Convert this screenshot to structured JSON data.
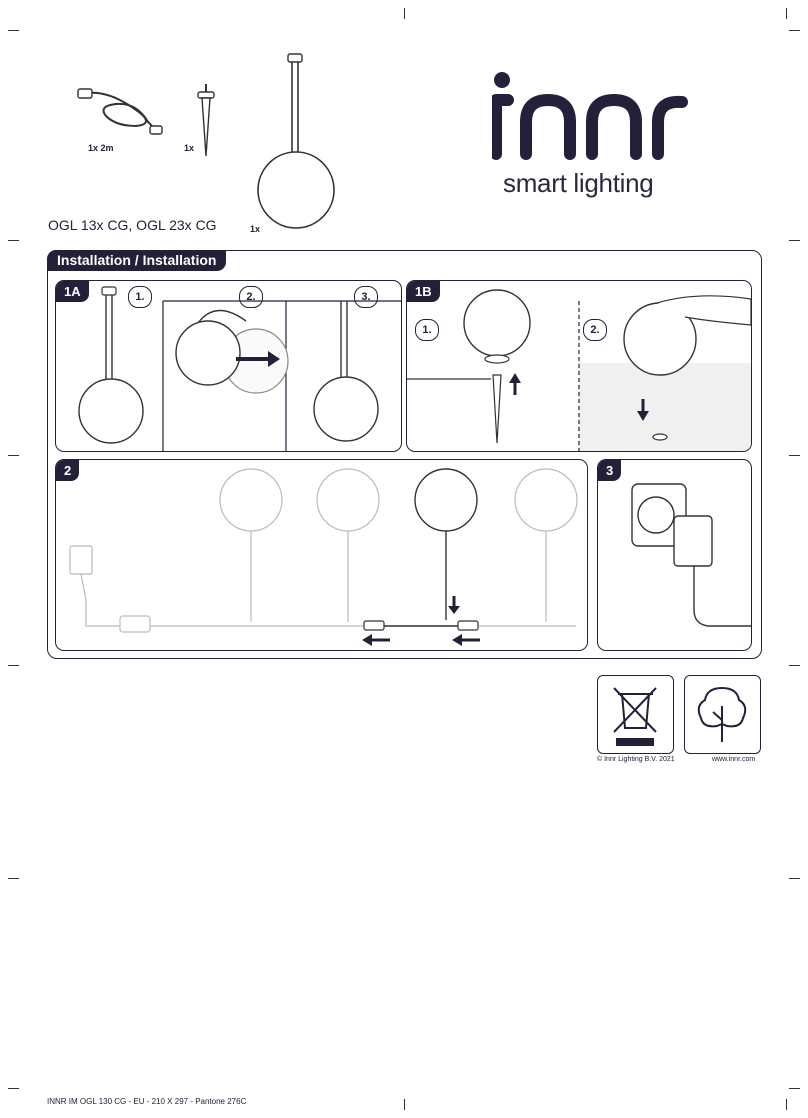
{
  "brand": {
    "logo_text": "innr",
    "tagline": "smart lighting"
  },
  "contents": [
    {
      "label": "1x 2m",
      "item": "cable-icon"
    },
    {
      "label": "1x",
      "item": "spike-icon"
    },
    {
      "label": "1x",
      "item": "globe-lamp-icon"
    }
  ],
  "models": "OGL 13x CG, OGL 23x CG",
  "installation": {
    "title": "Installation / Installation",
    "panels": {
      "p1a": {
        "badge": "1A",
        "steps": [
          "1.",
          "2.",
          "3."
        ]
      },
      "p1b": {
        "badge": "1B",
        "steps": [
          "1.",
          "2."
        ]
      },
      "p2": {
        "badge": "2"
      },
      "p3": {
        "badge": "3"
      }
    }
  },
  "footer": {
    "copyright": "© Innr Lighting B.V. 2021",
    "website": "www.innr.com",
    "print_info": "INNR IM OGL 130 CG - EU - 210 X 297 - Pantone 276C"
  }
}
